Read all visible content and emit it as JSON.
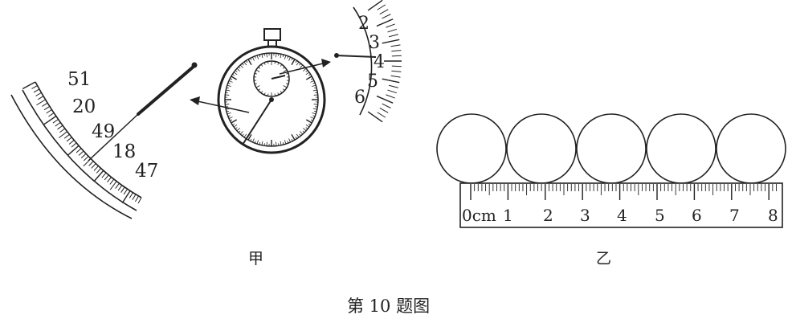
{
  "figure_caption": "第 10 题图",
  "panel_jia": {
    "label": "甲",
    "seconds_scale_labels": [
      "51",
      "20",
      "49",
      "18",
      "47"
    ],
    "minutes_scale_labels": [
      "2",
      "3",
      "4",
      "5",
      "6"
    ]
  },
  "panel_yi": {
    "label": "乙",
    "ruler_labels": [
      "0cm",
      "1",
      "2",
      "3",
      "4",
      "5",
      "6",
      "7",
      "8"
    ],
    "ball_count": 5
  },
  "colors": {
    "ink": "#222222",
    "paper": "#ffffff"
  }
}
